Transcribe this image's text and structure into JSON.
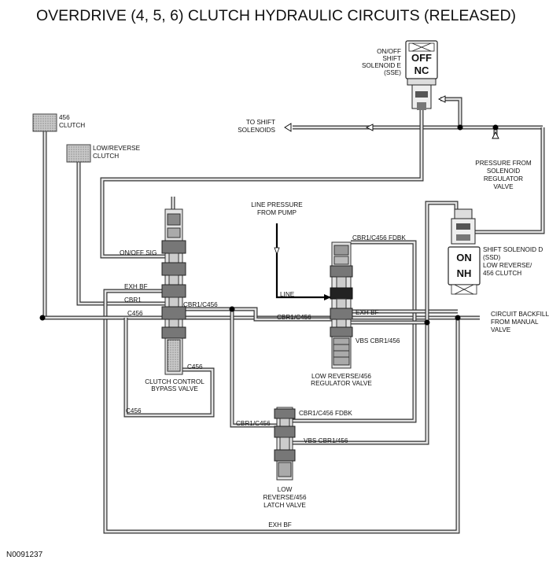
{
  "title": "OVERDRIVE (4, 5, 6) CLUTCH HYDRAULIC CIRCUITS (RELEASED)",
  "figure_id": "N0091237",
  "clutches": {
    "c456": [
      "456",
      "CLUTCH"
    ],
    "low_reverse": [
      "LOW/REVERSE",
      "CLUTCH"
    ]
  },
  "solenoids": {
    "sse": {
      "label": [
        "ON/OFF",
        "SHIFT",
        "SOLENOID E",
        "(SSE)"
      ],
      "state_top": "OFF",
      "state_bottom": "NC"
    },
    "ssd": {
      "label": [
        "SHIFT SOLENOID D",
        "(SSD)",
        "LOW REVERSE/",
        "456 CLUTCH"
      ],
      "state_top": "ON",
      "state_bottom": "NH"
    }
  },
  "notes": {
    "to_shift_solenoids": [
      "TO SHIFT",
      "SOLENOIDS"
    ],
    "pressure_from_regulator": [
      "PRESSURE FROM",
      "SOLENOID",
      "REGULATOR",
      "VALVE"
    ],
    "line_pressure": [
      "LINE PRESSURE",
      "FROM PUMP"
    ],
    "circuit_backfill": [
      "CIRCUIT BACKFILL",
      "FROM MANUAL",
      "VALVE"
    ]
  },
  "valves": {
    "clutch_control_bypass": [
      "CLUTCH CONTROL",
      "BYPASS VALVE"
    ],
    "low_reverse_regulator": [
      "LOW REVERSE/456",
      "REGULATOR VALVE"
    ],
    "latch": [
      "LOW",
      "REVERSE/456",
      "LATCH VALVE"
    ]
  },
  "circuits": {
    "on_off_sig": "ON/OFF SIG",
    "exh_bf_1": "EXH BF",
    "cbr1": "CBR1",
    "cbr1_c456_1": "CBR1/C456",
    "c456_1": "C456",
    "cbr1_c456_2": "CBR1/C456",
    "c456_2": "C456",
    "c456_3": "C456",
    "cbr1_c456_fdbk_1": "CBR1/C456 FDBK",
    "line": "LINE",
    "exh_bf_2": "EXH BF",
    "vbs_cbr1_456_1": "VBS CBR1/456",
    "cbr1_c456_fdbk_2": "CBR1/C456 FDBK",
    "cbr1_c456_3": "CBR1/C456",
    "vbs_cbr1_456_2": "VBS CBR1/456",
    "exh_bf_3": "EXH BF"
  },
  "colors": {
    "channel_fill": "#e2e2e2",
    "channel_stroke": "#333333",
    "line_pressure": "#000000",
    "clutch_fill": "#b5b5b5",
    "valve_body": "#7a7a7a"
  }
}
